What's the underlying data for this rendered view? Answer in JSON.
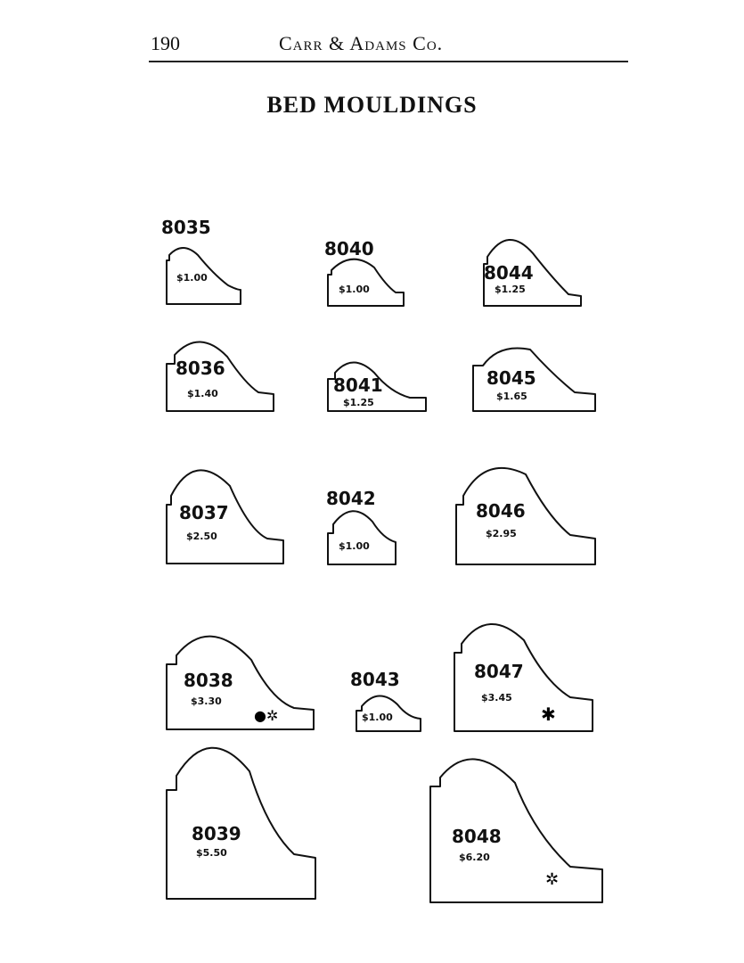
{
  "header": {
    "page_number": "190",
    "running_head": "Carr & Adams Co."
  },
  "title": "BED MOULDINGS",
  "mouldings": [
    {
      "number": "8035",
      "price": "$1.00"
    },
    {
      "number": "8040",
      "price": "$1.00"
    },
    {
      "number": "8044",
      "price": "$1.25"
    },
    {
      "number": "8036",
      "price": "$1.40"
    },
    {
      "number": "8041",
      "price": "$1.25"
    },
    {
      "number": "8045",
      "price": "$1.65"
    },
    {
      "number": "8037",
      "price": "$2.50"
    },
    {
      "number": "8042",
      "price": "$1.00"
    },
    {
      "number": "8046",
      "price": "$2.95"
    },
    {
      "number": "8038",
      "price": "$3.30",
      "marks": "●✲"
    },
    {
      "number": "8043",
      "price": "$1.00"
    },
    {
      "number": "8047",
      "price": "$3.45",
      "marks": "✱"
    },
    {
      "number": "8039",
      "price": "$5.50"
    },
    {
      "number": "8048",
      "price": "$6.20",
      "marks": "✲"
    }
  ]
}
